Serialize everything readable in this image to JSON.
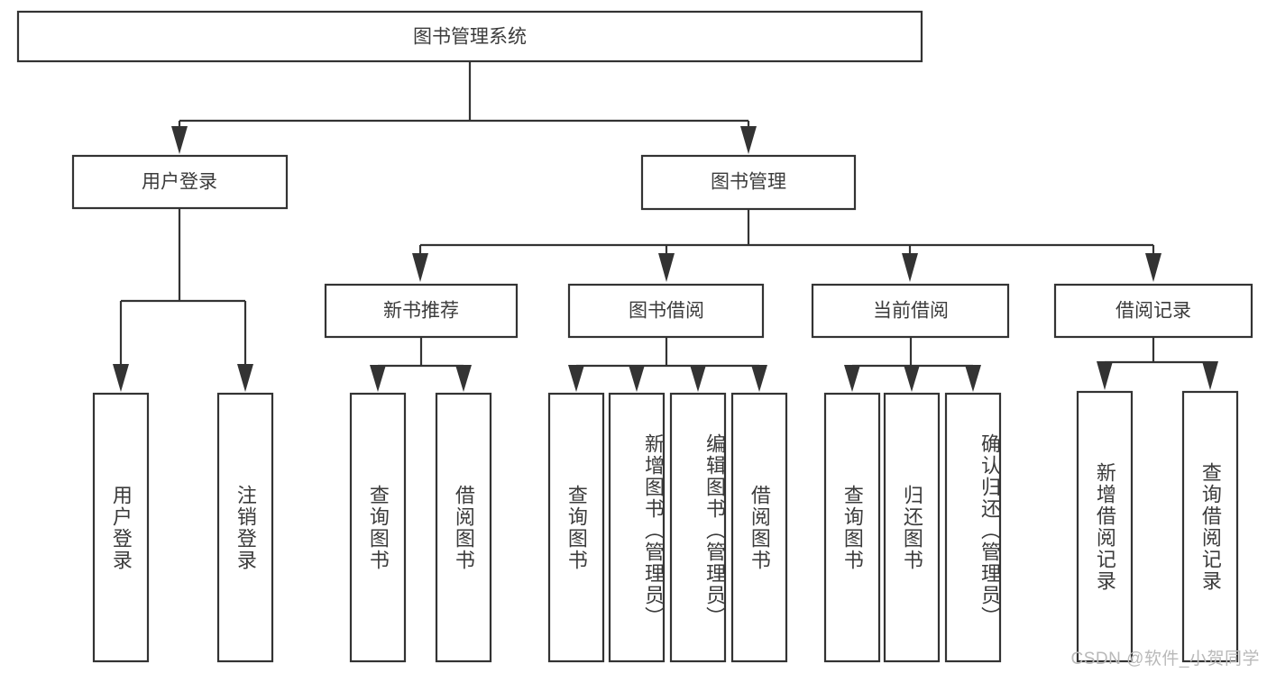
{
  "diagram": {
    "title": "图书管理系统",
    "type": "hierarchy-tree",
    "orientation": "top-down",
    "colors": {
      "stroke": "#333333",
      "box_fill": "#ffffff",
      "text": "#3b3b3b",
      "background": "#ffffff",
      "watermark": "#b9b9b9"
    },
    "watermark": "CSDN @软件_小贺同学",
    "root": {
      "label": "图书管理系统"
    },
    "level2": [
      {
        "label": "用户登录"
      },
      {
        "label": "图书管理"
      }
    ],
    "level3": [
      {
        "label": "新书推荐"
      },
      {
        "label": "图书借阅"
      },
      {
        "label": "当前借阅"
      },
      {
        "label": "借阅记录"
      }
    ],
    "leaves": {
      "user_login": [
        {
          "label": "用户登录"
        },
        {
          "label": "注销登录"
        }
      ],
      "new_book_recommend": [
        {
          "label": "查询图书"
        },
        {
          "label": "借阅图书"
        }
      ],
      "book_borrow": [
        {
          "label": "查询图书"
        },
        {
          "label": "新增图书（管理员）"
        },
        {
          "label": "编辑图书（管理员）"
        },
        {
          "label": "借阅图书"
        }
      ],
      "current_borrow": [
        {
          "label": "查询图书"
        },
        {
          "label": "归还图书"
        },
        {
          "label": "确认归还（管理员）"
        }
      ],
      "borrow_record": [
        {
          "label": "新增借阅记录"
        },
        {
          "label": "查询借阅记录"
        }
      ]
    }
  }
}
